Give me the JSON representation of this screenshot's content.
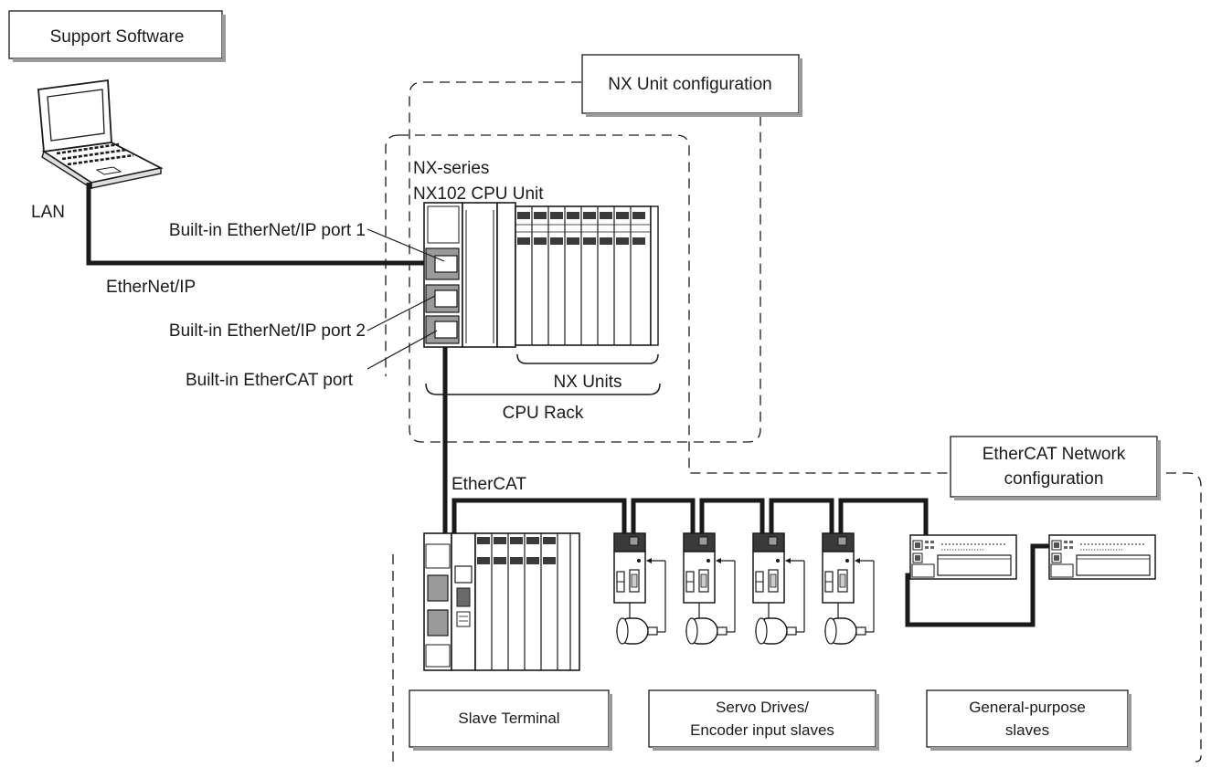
{
  "callouts": {
    "support_software": "Support Software",
    "nx_unit_configuration": "NX Unit configuration",
    "ethercat_network_line1": "EtherCAT Network",
    "ethercat_network_line2": "configuration"
  },
  "labels": {
    "lan": "LAN",
    "ethernet_ip": "EtherNet/IP",
    "ethercat": "EtherCAT",
    "port1": "Built-in EtherNet/IP port 1",
    "port2": "Built-in EtherNet/IP port 2",
    "ethercat_port": "Built-in EtherCAT port",
    "cpu_line1": "NX-series",
    "cpu_line2": "NX102 CPU Unit",
    "nx_units": "NX Units",
    "cpu_rack": "CPU Rack"
  },
  "bottom_boxes": {
    "slave_terminal": "Slave Terminal",
    "servo_line1": "Servo Drives/",
    "servo_line2": "Encoder input slaves",
    "general_line1": "General-purpose",
    "general_line2": "slaves"
  }
}
